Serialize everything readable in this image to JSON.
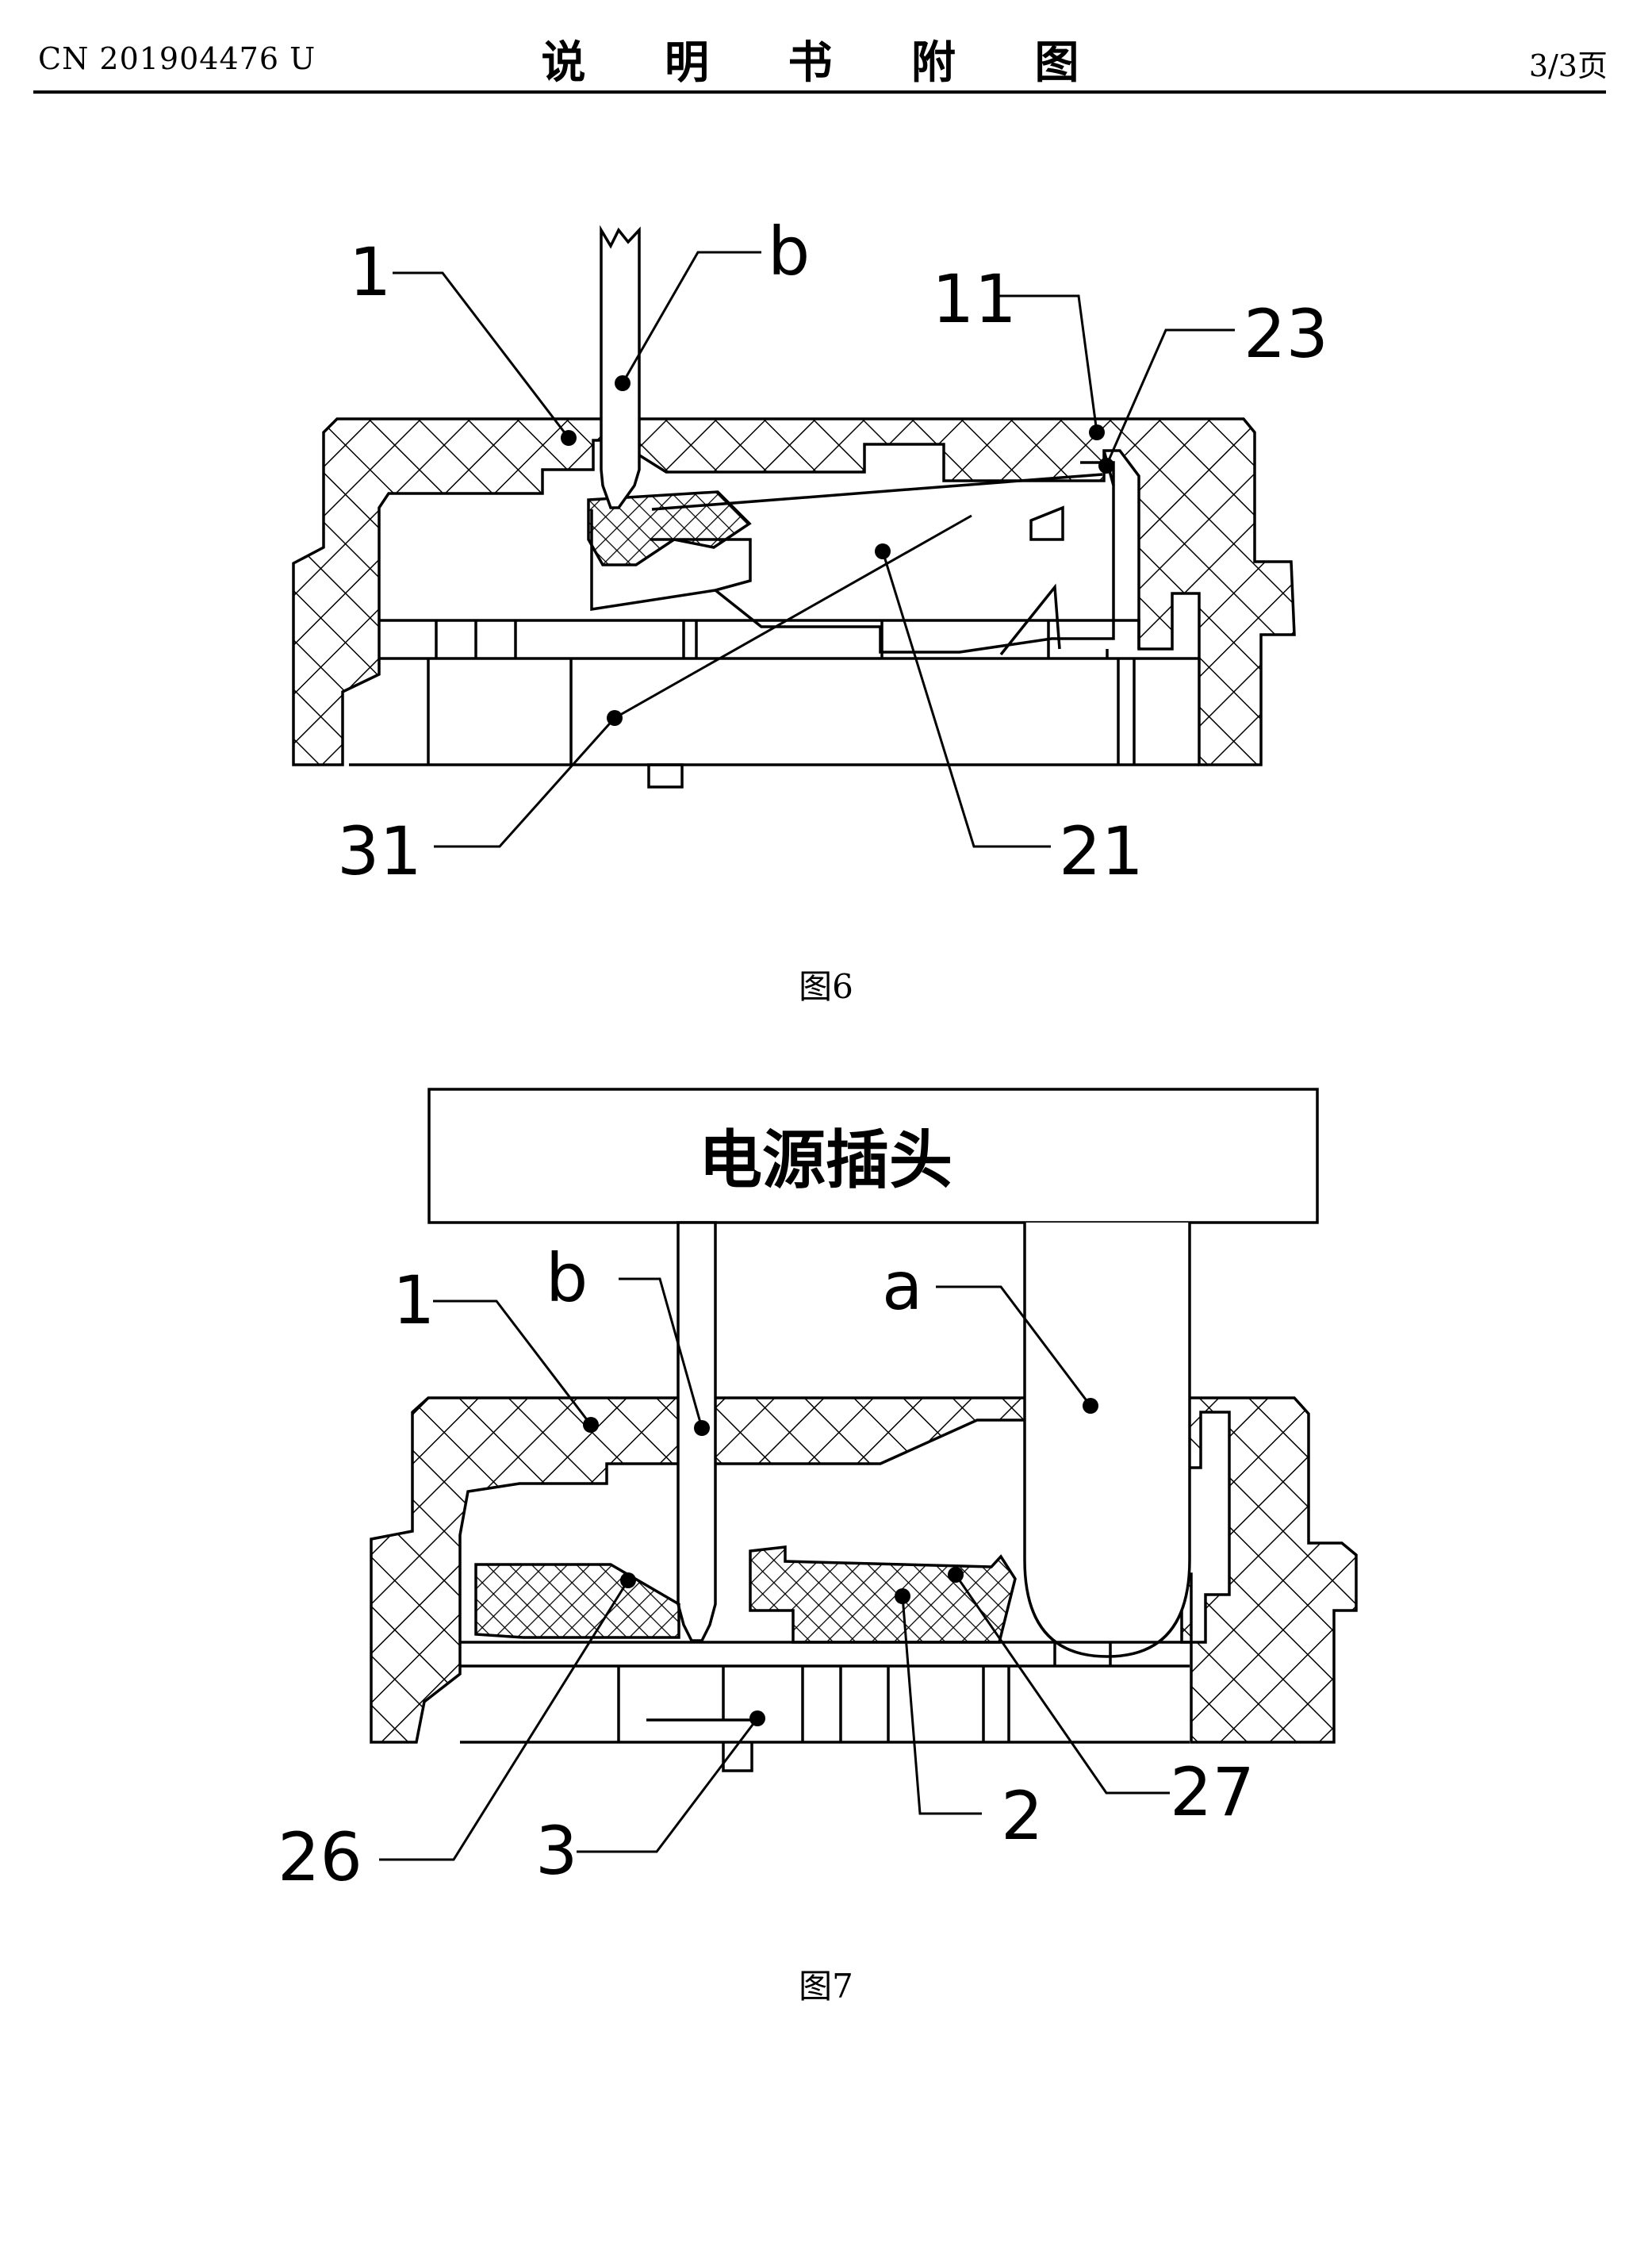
{
  "header": {
    "patent_number": "CN 201904476 U",
    "title": "说 明 书 附 图",
    "page": "3/3页"
  },
  "figure6": {
    "caption": "图6",
    "labels": {
      "l1": "1",
      "lb": "b",
      "l11": "11",
      "l23": "23",
      "l31": "31",
      "l21": "21"
    }
  },
  "figure7": {
    "caption": "图7",
    "plug_text": "电源插头",
    "labels": {
      "l1": "1",
      "lb": "b",
      "la": "a",
      "l26": "26",
      "l3": "3",
      "l2": "2",
      "l27": "27"
    }
  },
  "colors": {
    "ink": "#000000",
    "paper": "#ffffff"
  }
}
